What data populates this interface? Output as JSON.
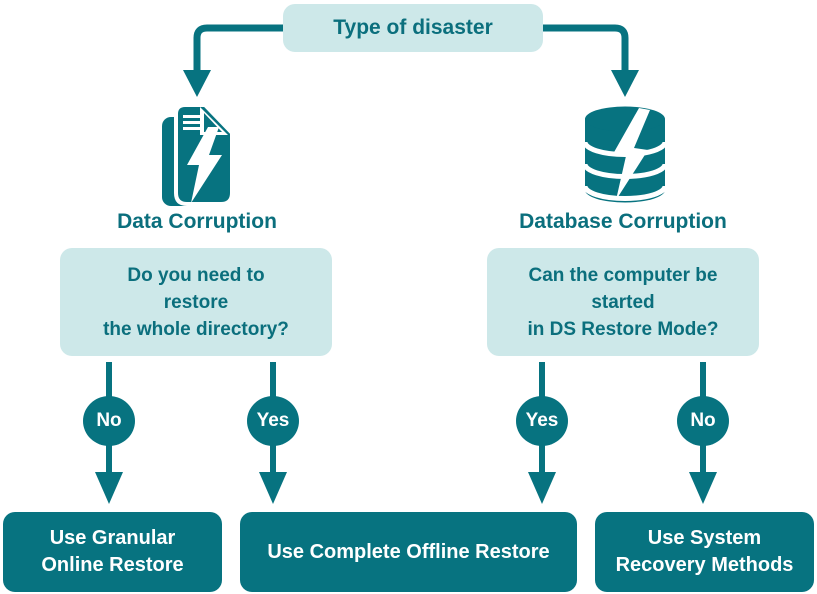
{
  "diagram": {
    "title": "Type of disaster",
    "branches": [
      {
        "icon": "document-lightning-icon",
        "label": "Data Corruption",
        "question": [
          "Do you need to",
          "restore",
          "the whole directory?"
        ],
        "answers": [
          {
            "label": "No",
            "target": "Use Granular Online Restore"
          },
          {
            "label": "Yes",
            "target": "Use Complete Offline Restore"
          }
        ]
      },
      {
        "icon": "database-lightning-icon",
        "label": "Database Corruption",
        "question": [
          "Can the computer be",
          "started",
          "in DS Restore Mode?"
        ],
        "answers": [
          {
            "label": "Yes",
            "target": "Use Complete Offline Restore"
          },
          {
            "label": "No",
            "target": "Use System Recovery Methods"
          }
        ]
      }
    ],
    "outcomes": [
      {
        "lines": [
          "Use Granular",
          "Online Restore"
        ]
      },
      {
        "lines": [
          "Use Complete Offline Restore"
        ]
      },
      {
        "lines": [
          "Use System",
          "Recovery Methods"
        ]
      }
    ],
    "colors": {
      "dark_teal": "#077380",
      "light_teal": "#CDE8E9",
      "text_teal": "#0B6F7D",
      "white": "#FFFFFF"
    }
  }
}
